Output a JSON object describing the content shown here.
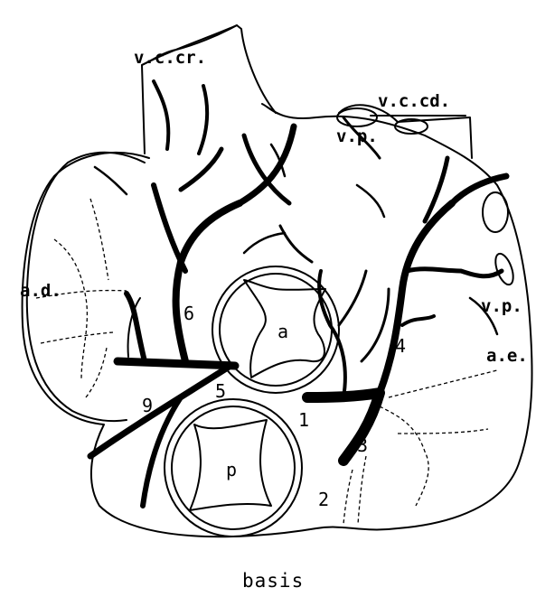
{
  "figure": {
    "caption": "basis",
    "labels": {
      "vena_cava_cranialis": "v.c.cr.",
      "vena_cava_caudalis": "v.c.cd.",
      "vena_pulmonalis_upper": "v.p.",
      "vena_pulmonalis_right": "v.p.",
      "atrium_dextrum": "a.d.",
      "atrium_sinistrum": "a.e.",
      "aorta_valve": "a",
      "pulmonary_valve": "p"
    },
    "numbers": [
      "1",
      "2",
      "3",
      "4",
      "5",
      "6",
      "9"
    ]
  }
}
